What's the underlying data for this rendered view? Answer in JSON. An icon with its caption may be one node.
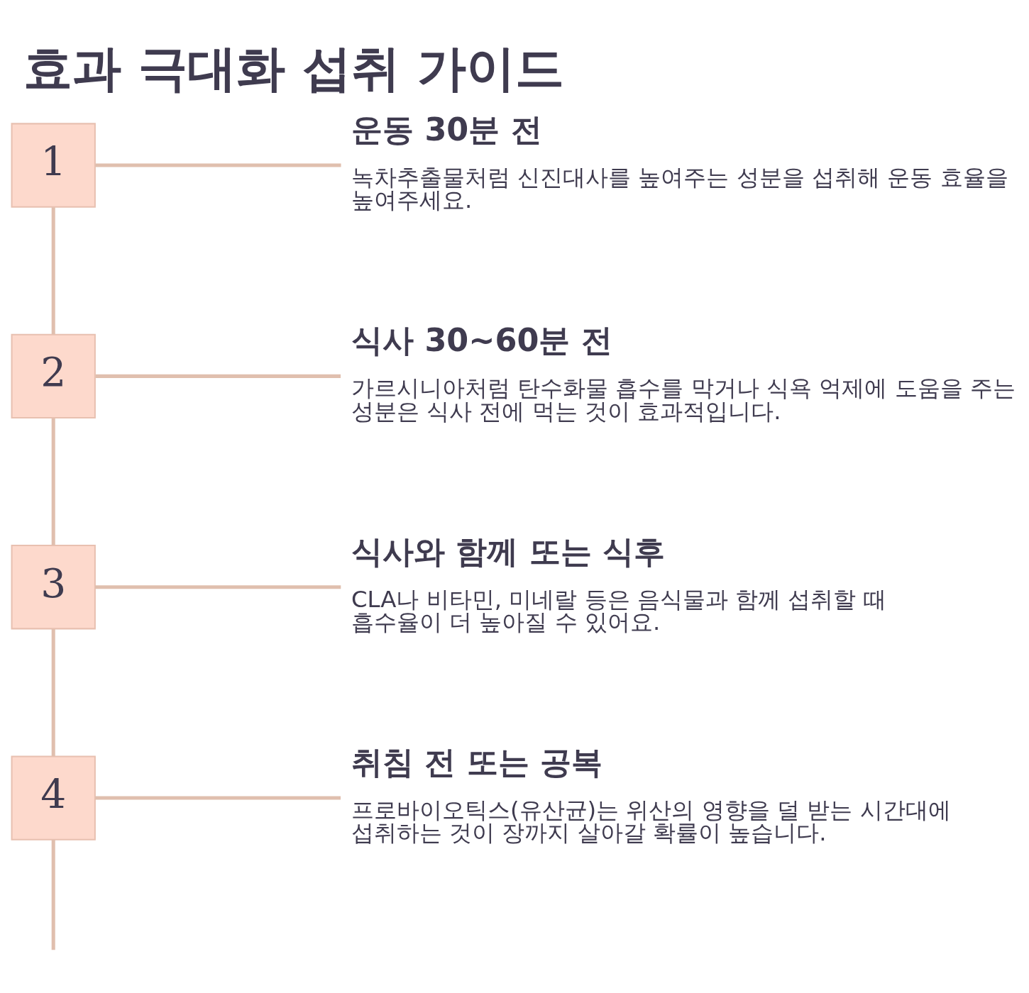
{
  "diagram": {
    "title": "효과 극대화 섭취 가이드",
    "nodes": [
      {
        "text": [
          "1"
        ]
      },
      {
        "text": [
          "운동 30분 전",
          "녹차추출물처럼 신진대사를 높여주는 성분을 섭취해 운동 효율을 높여주세요."
        ]
      },
      {
        "text": [
          "2"
        ]
      },
      {
        "text": [
          "식사 30~60분 전",
          "가르시니아처럼 탄수화물 흡수를 막거나 식욕 억제에 도움을 주는 성분은 식사 전에 먹는 것이 효과적입니다."
        ]
      },
      {
        "text": [
          "3"
        ]
      },
      {
        "text": [
          "식사와 함께 또는 식후",
          "CLA나 비타민, 미네랄 등은 음식물과 함께 섭취할 때 흡수율이 더 높아질 수 있어요."
        ]
      },
      {
        "text": [
          "4"
        ]
      },
      {
        "text": [
          "취침 전 또는 공복",
          "프로바이오틱스(유산균)는 위산의 영향을 덜 받는 시간대에 섭취하는 것이 장까지 살아갈 확률이 높습니다."
        ]
      }
    ],
    "edges": [
      {
        "from": 0,
        "to": 1,
        "arrow": "none"
      },
      {
        "from": 0,
        "to": 2,
        "arrow": "none"
      },
      {
        "from": 2,
        "to": 3,
        "arrow": "none"
      },
      {
        "from": 2,
        "to": 4,
        "arrow": "none"
      },
      {
        "from": 4,
        "to": 5,
        "arrow": "none"
      },
      {
        "from": 4,
        "to": 6,
        "arrow": "none"
      },
      {
        "from": 6,
        "to": 7,
        "arrow": "none"
      },
      {
        "from": 6,
        "to": null,
        "arrow": "none"
      }
    ]
  }
}
